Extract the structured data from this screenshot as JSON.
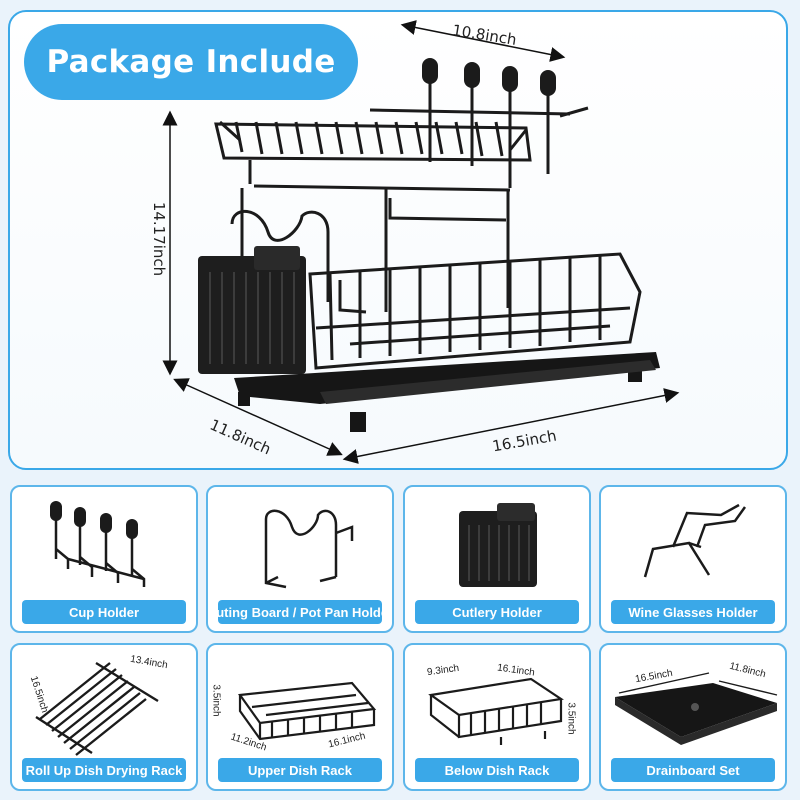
{
  "title": "Package Include",
  "dimensions": {
    "top_width": "10.8inch",
    "height": "14.17inch",
    "depth": "11.8inch",
    "length": "16.5inch"
  },
  "items": [
    {
      "label": "Cup Holder"
    },
    {
      "label": "Cuting Board / Pot Pan Holder"
    },
    {
      "label": "Cutlery Holder"
    },
    {
      "label": "Wine Glasses Holder"
    },
    {
      "label": "Roll Up Dish Drying Rack",
      "dims": [
        "16.5inch",
        "13.4inch"
      ]
    },
    {
      "label": "Upper Dish Rack",
      "dims": [
        "3.5inch",
        "11.2inch",
        "16.1inch"
      ]
    },
    {
      "label": "Below Dish Rack",
      "dims": [
        "9.3inch",
        "16.1inch",
        "3.5inch"
      ]
    },
    {
      "label": "Drainboard Set",
      "dims": [
        "16.5inch",
        "11.8inch"
      ]
    }
  ]
}
